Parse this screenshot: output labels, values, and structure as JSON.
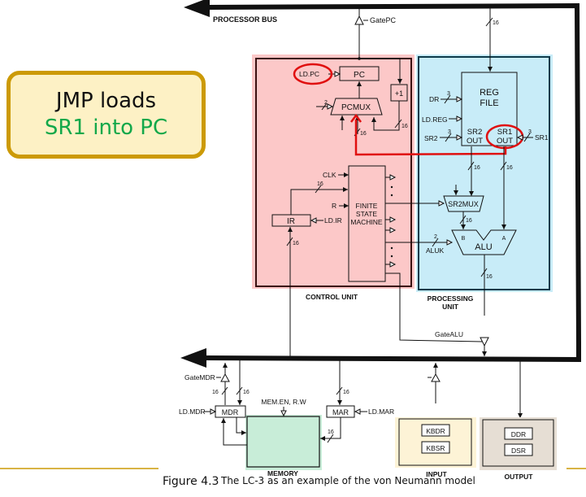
{
  "callout": {
    "line1": "JMP loads",
    "line2": "SR1 into PC",
    "colors": {
      "border": "#cc9a06",
      "fill": "#fdf1c5",
      "line2_text": "#12a84a"
    }
  },
  "caption": {
    "number": "Figure 4.3",
    "text": "The LC-3 as an example of the von Neumann model"
  },
  "colors": {
    "control_unit_fill": "#fcc8c8",
    "processing_unit_fill": "#c8ecf8",
    "memory_fill": "#c8edd8",
    "input_fill": "#fdf3d6",
    "output_fill": "#e6ded4",
    "highlight": "#e01010"
  },
  "bus": {
    "processor_bus_label": "PROCESSOR BUS",
    "gate_pc": "GatePC",
    "gate_alu": "GateALU",
    "gate_mdr": "GateMDR"
  },
  "control_unit": {
    "label": "CONTROL UNIT",
    "pc": "PC",
    "ld_pc": "LD.PC",
    "plus_one": "+1",
    "pcmux": "PCMUX",
    "pcmux_select_width": "2",
    "ir": "IR",
    "ld_ir": "LD.IR",
    "fsm_line1": "FINITE",
    "fsm_line2": "STATE",
    "fsm_line3": "MACHINE",
    "clk": "CLK",
    "r": "R"
  },
  "processing_unit": {
    "label_line1": "PROCESSING",
    "label_line2": "UNIT",
    "regfile_line1": "REG",
    "regfile_line2": "FILE",
    "dr": "DR",
    "ld_reg": "LD.REG",
    "sr2": "SR2",
    "sr1": "SR1",
    "sr2out_line1": "SR2",
    "sr2out_line2": "OUT",
    "sr1out_line1": "SR1",
    "sr1out_line2": "OUT",
    "sr2mux": "SR2MUX",
    "alu": "ALU",
    "alu_a": "A",
    "alu_b": "B",
    "aluk": "ALUK",
    "aluk_width": "2",
    "reg_select_width": "3"
  },
  "memory": {
    "label": "MEMORY",
    "mdr": "MDR",
    "mar": "MAR",
    "ld_mdr": "LD.MDR",
    "ld_mar": "LD.MAR",
    "mem_en_rw": "MEM.EN, R.W"
  },
  "io": {
    "input_label": "INPUT",
    "output_label": "OUTPUT",
    "kbdr": "KBDR",
    "kbsr": "KBSR",
    "ddr": "DDR",
    "dsr": "DSR"
  },
  "bus_width": "16"
}
